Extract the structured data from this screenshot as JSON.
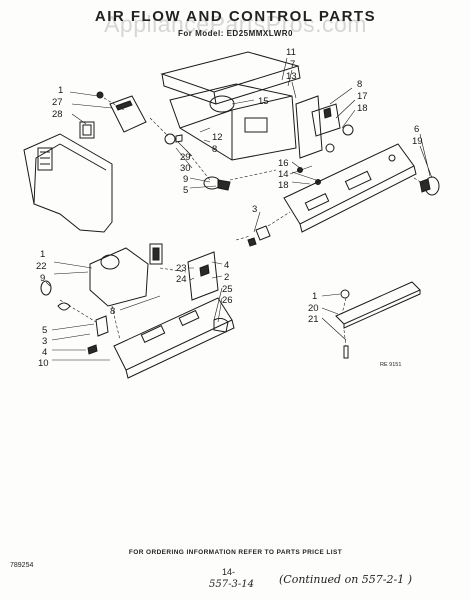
{
  "header": {
    "title": "AIR FLOW AND CONTROL PARTS",
    "subtitle": "For Model: ED25MMXLWR0",
    "watermark": "AppliancePartsPros.com"
  },
  "callouts": {
    "top_cluster_a": [
      "11",
      "7",
      "13"
    ],
    "top_cluster_b": [
      "8",
      "17",
      "18"
    ],
    "upper_left": [
      "1",
      "27",
      "28"
    ],
    "center": [
      "15",
      "12",
      "8"
    ],
    "mid_left": [
      "29",
      "30",
      "9",
      "5"
    ],
    "mid_center": [
      "16",
      "14",
      "18"
    ],
    "right": [
      "6",
      "19"
    ],
    "mid_3": "3",
    "lower_left": [
      "1",
      "22",
      "9"
    ],
    "lower_mid": [
      "23",
      "24",
      "4",
      "2",
      "25",
      "26"
    ],
    "lower_8": "8",
    "bottom_left": [
      "5",
      "3",
      "4",
      "10"
    ],
    "shelf": [
      "1",
      "20",
      "21"
    ]
  },
  "footer": {
    "ordering_note": "FOR ORDERING INFORMATION REFER TO PARTS PRICE LIST",
    "doc_number": "789254",
    "page_number": "14-",
    "handwritten_left": "557-3-14",
    "handwritten_right": "(Continued on 557-2-1 )",
    "reference_code": "RE 9151"
  }
}
